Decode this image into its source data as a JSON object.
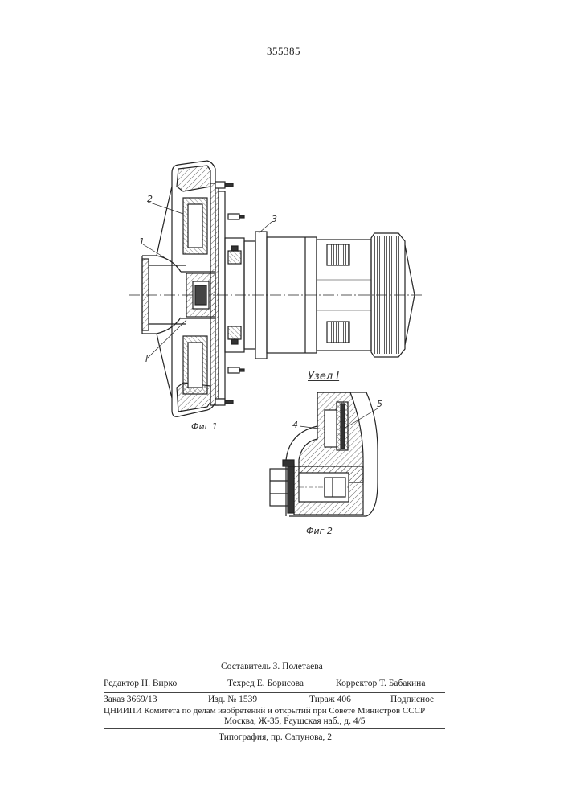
{
  "patent_number": "355385",
  "drawing": {
    "fig1_caption": "Фиг 1",
    "fig2_caption": "Фиг 2",
    "detail_title": "Узел I",
    "ref_labels": {
      "r1": "1",
      "r2": "2",
      "r3": "3",
      "r4": "4",
      "r5": "5",
      "rI": "I"
    }
  },
  "footer": {
    "compiler": "Составитель З. Полетаева",
    "editor": "Редактор Н. Вирко",
    "techeditor": "Техред Е. Борисова",
    "corrector": "Корректор Т. Бабакина",
    "order": "Заказ 3669/13",
    "publication": "Изд. № 1539",
    "print_run": "Тираж 406",
    "subscription": "Подписное",
    "org_line": "ЦНИИПИ Комитета по делам изобретений и открытий при Совете Министров СССР",
    "address": "Москва, Ж-35, Раушская наб., д. 4/5",
    "printer": "Типография, пр. Сапунова, 2"
  }
}
